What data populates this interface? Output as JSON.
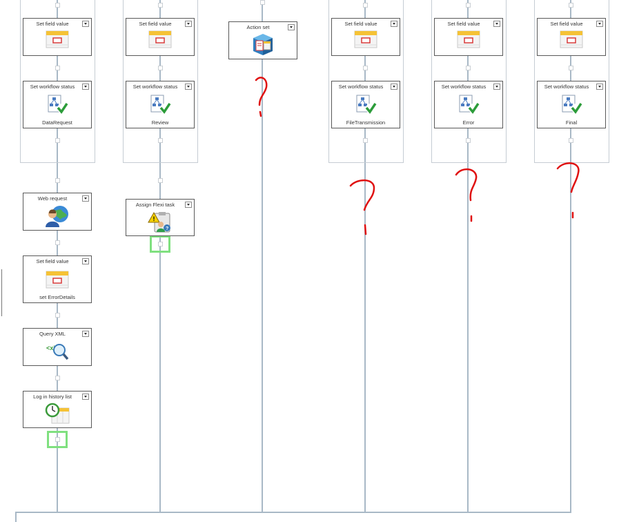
{
  "columns": [
    {
      "actions": [
        {
          "title": "Set field value",
          "icon": "set-field-value-icon",
          "caption": ""
        },
        {
          "title": "Set workflow status",
          "icon": "workflow-status-icon",
          "caption": "DataRequest"
        },
        {
          "title": "Web request",
          "icon": "web-request-icon",
          "caption": ""
        },
        {
          "title": "Set field value",
          "icon": "set-field-value-icon",
          "caption": "set ErrorDetails"
        },
        {
          "title": "Query XML",
          "icon": "query-xml-icon",
          "caption": ""
        },
        {
          "title": "Log in history list",
          "icon": "history-list-icon",
          "caption": ""
        }
      ]
    },
    {
      "actions": [
        {
          "title": "Set field value",
          "icon": "set-field-value-icon",
          "caption": ""
        },
        {
          "title": "Set workflow status",
          "icon": "workflow-status-icon",
          "caption": "Review"
        },
        {
          "title": "Assign Flexi task",
          "icon": "flexi-task-icon",
          "caption": ""
        }
      ]
    },
    {
      "actions": [
        {
          "title": "Action set",
          "icon": "action-set-icon",
          "caption": ""
        }
      ]
    },
    {
      "actions": [
        {
          "title": "Set field value",
          "icon": "set-field-value-icon",
          "caption": ""
        },
        {
          "title": "Set workflow status",
          "icon": "workflow-status-icon",
          "caption": "FileTransmission"
        }
      ]
    },
    {
      "actions": [
        {
          "title": "Set field value",
          "icon": "set-field-value-icon",
          "caption": ""
        },
        {
          "title": "Set workflow status",
          "icon": "workflow-status-icon",
          "caption": "Error"
        }
      ]
    },
    {
      "actions": [
        {
          "title": "Set field value",
          "icon": "set-field-value-icon",
          "caption": ""
        },
        {
          "title": "Set workflow status",
          "icon": "workflow-status-icon",
          "caption": "Final"
        }
      ]
    }
  ],
  "colors": {
    "line": "#a8b8c6",
    "drop_target": "#7fe07f",
    "annotation": "#e01010"
  }
}
